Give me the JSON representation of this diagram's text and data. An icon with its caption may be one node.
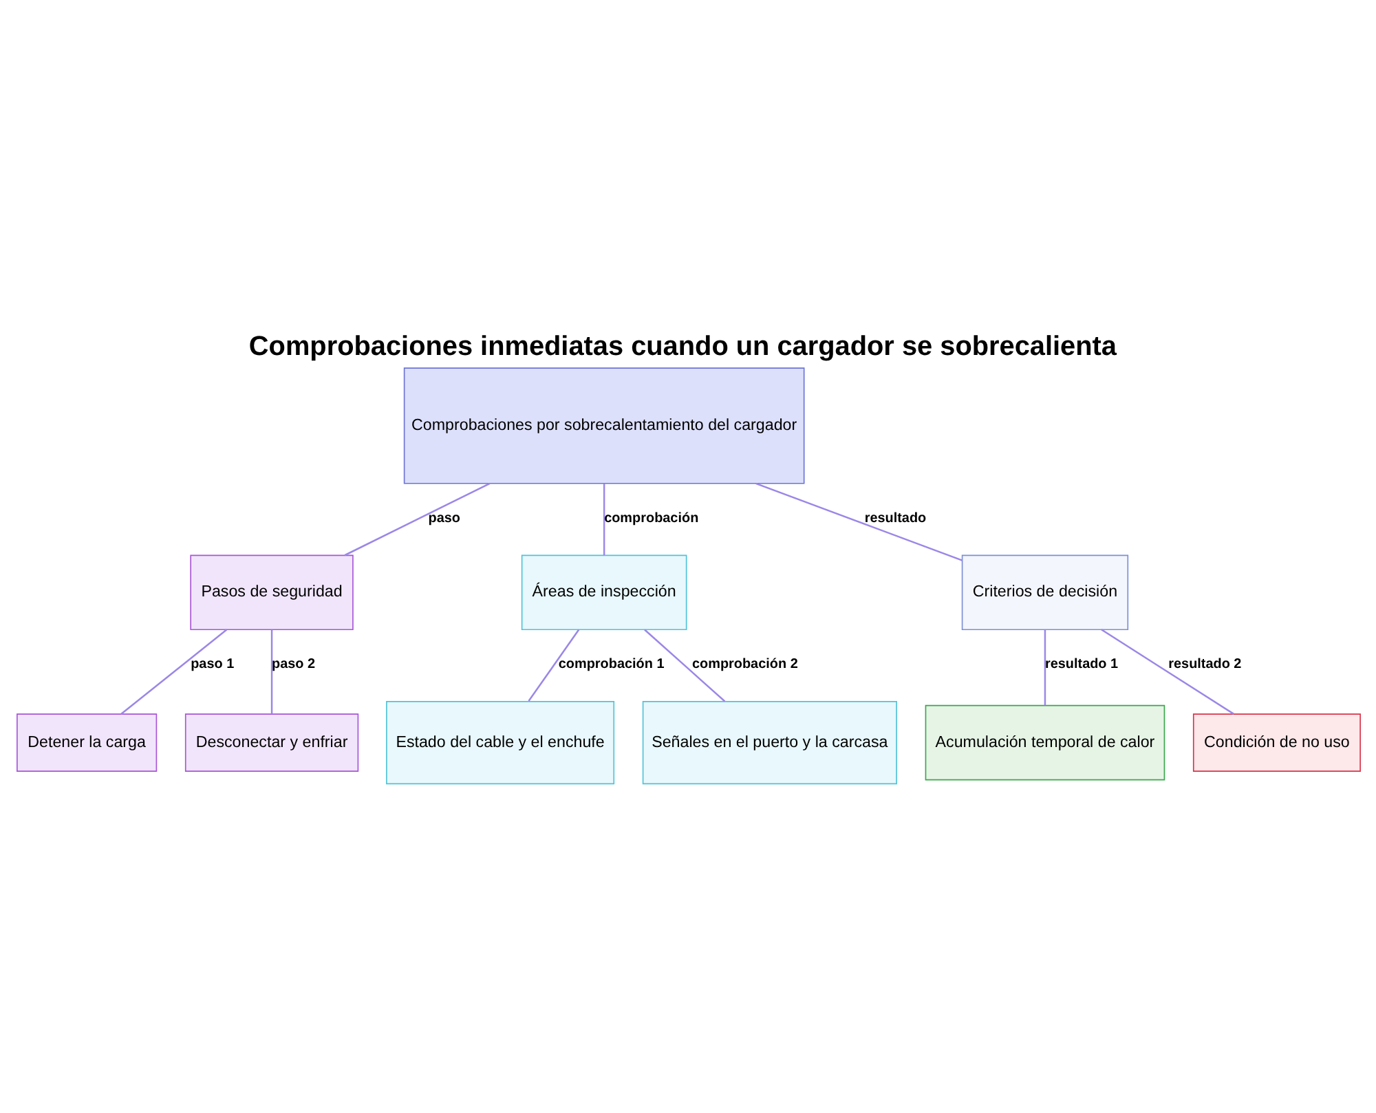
{
  "diagram": {
    "title": "Comprobaciones inmediatas cuando un cargador se sobrecalienta",
    "nodes": [
      {
        "text": [
          "Comprobaciones por sobrecalentamiento del cargador"
        ]
      },
      {
        "text": [
          "Pasos de seguridad"
        ]
      },
      {
        "text": [
          "Áreas de inspección"
        ]
      },
      {
        "text": [
          "Criterios de decisión"
        ]
      },
      {
        "text": [
          "Detener la carga"
        ]
      },
      {
        "text": [
          "Desconectar y enfriar"
        ]
      },
      {
        "text": [
          "Estado del cable y el enchufe"
        ]
      },
      {
        "text": [
          "Señales en el puerto y la carcasa"
        ]
      },
      {
        "text": [
          "Acumulación temporal de calor"
        ]
      },
      {
        "text": [
          "Condición de no uso"
        ]
      }
    ],
    "edges": [
      {
        "from": 0,
        "to": 1,
        "arrow": "none",
        "label": "paso"
      },
      {
        "from": 0,
        "to": 2,
        "arrow": "none",
        "label": "comprobación"
      },
      {
        "from": 0,
        "to": 3,
        "arrow": "none",
        "label": "resultado"
      },
      {
        "from": 1,
        "to": 4,
        "arrow": "none",
        "label": "paso 1"
      },
      {
        "from": 1,
        "to": 5,
        "arrow": "none",
        "label": "paso 2"
      },
      {
        "from": 2,
        "to": 6,
        "arrow": "none",
        "label": "comprobación 1"
      },
      {
        "from": 2,
        "to": 7,
        "arrow": "none",
        "label": "comprobación 2"
      },
      {
        "from": 3,
        "to": 8,
        "arrow": "none",
        "label": "resultado 1"
      },
      {
        "from": 3,
        "to": 9,
        "arrow": "none",
        "label": "resultado 2"
      }
    ]
  }
}
